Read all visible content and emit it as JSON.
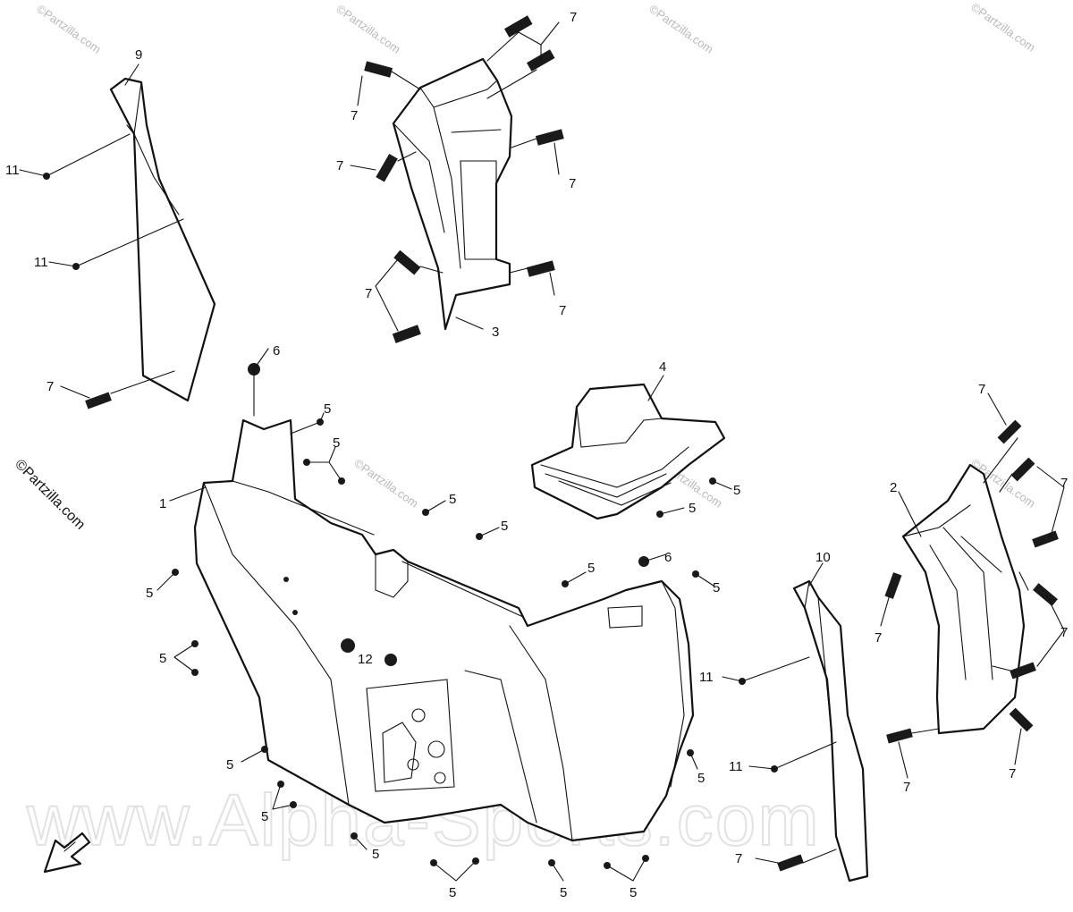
{
  "watermarks": {
    "side_copyright": "©Partzilla.com",
    "small_copyright": "©Partzilla.com",
    "big_text": "www.Alpha-Sports.com"
  },
  "callouts": {
    "c1": "1",
    "c2": "2",
    "c3": "3",
    "c4": "4",
    "c5": "5",
    "c6": "6",
    "c7": "7",
    "c8": "9",
    "c9": "10",
    "c10": "11",
    "c11": "12"
  }
}
